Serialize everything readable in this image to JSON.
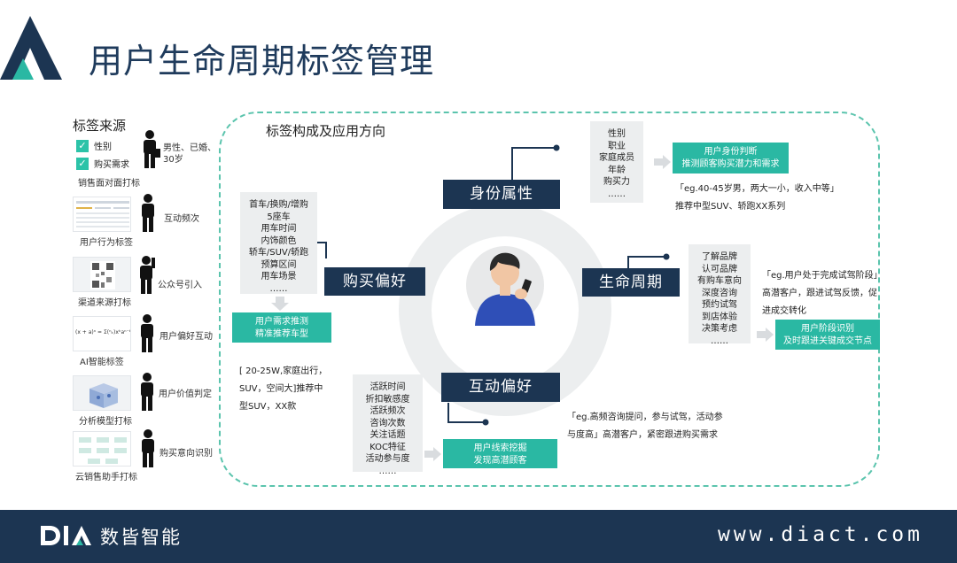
{
  "header": {
    "title": "用户生命周期标签管理"
  },
  "sources": {
    "title": "标签来源",
    "items": [
      {
        "caption": "销售面对面打标",
        "checks": [
          "性别",
          "购买需求"
        ],
        "person_text": "男性、已婚、\n30岁"
      },
      {
        "caption": "用户行为标签",
        "person_text": "互动频次"
      },
      {
        "caption": "渠道来源打标",
        "person_text": "公众号引入"
      },
      {
        "caption": "AI智能标签",
        "person_text": "用户偏好互动",
        "formula": "(x + a)ⁿ = Σ(ⁿₖ)xᵏaⁿ⁻ᵏ"
      },
      {
        "caption": "分析模型打标",
        "person_text": "用户价值判定"
      },
      {
        "caption": "云销售助手打标",
        "person_text": "购买意向识别"
      }
    ]
  },
  "diagram": {
    "title": "标签构成及应用方向",
    "identity": {
      "label": "身份属性",
      "list": [
        "性别",
        "职业",
        "家庭成员",
        "年龄",
        "购买力",
        "……"
      ],
      "tag_lines": [
        "用户身份判断",
        "推测顾客购买潜力和需求"
      ],
      "note_lines": [
        "「eg.40-45岁男，两大一小，收入中等」",
        "推荐中型SUV、轿跑XX系列"
      ]
    },
    "purchase": {
      "label": "购买偏好",
      "list": [
        "首车/换购/增购",
        "5座车",
        "用车时间",
        "内饰颜色",
        "轿车/SUV/轿跑",
        "预算区间",
        "用车场景",
        "……"
      ],
      "tag_lines": [
        "用户需求推测",
        "精准推荐车型"
      ],
      "note_lines": [
        "[ 20-25W,家庭出行，",
        "SUV，空间大]推荐中",
        "型SUV，XX款"
      ]
    },
    "lifecycle": {
      "label": "生命周期",
      "list": [
        "了解品牌",
        "认可品牌",
        "有购车意向",
        "深度咨询",
        "预约试驾",
        "到店体验",
        "决策考虑",
        "……"
      ],
      "tag_lines": [
        "用户阶段识别",
        "及时跟进关键成交节点"
      ],
      "note_lines": [
        "「eg.用户处于完成试驾阶段」",
        "高潜客户，跟进试驾反馈，促",
        "进成交转化"
      ]
    },
    "interaction": {
      "label": "互动偏好",
      "list": [
        "活跃时间",
        "折扣敏感度",
        "活跃频次",
        "咨询次数",
        "关注话题",
        "KOC特征",
        "活动参与度",
        "……"
      ],
      "tag_lines": [
        "用户线索挖掘",
        "发现高潜顾客"
      ],
      "note_lines": [
        "「eg.高频咨询提问，参与试驾，活动参",
        "与度高」高潜客户，紧密跟进购买需求"
      ]
    }
  },
  "footer": {
    "brand": "数皆智能",
    "url": "www.diact.com"
  },
  "colors": {
    "navy": "#1c3552",
    "teal": "#2ab8a3",
    "gray": "#eceeef"
  }
}
